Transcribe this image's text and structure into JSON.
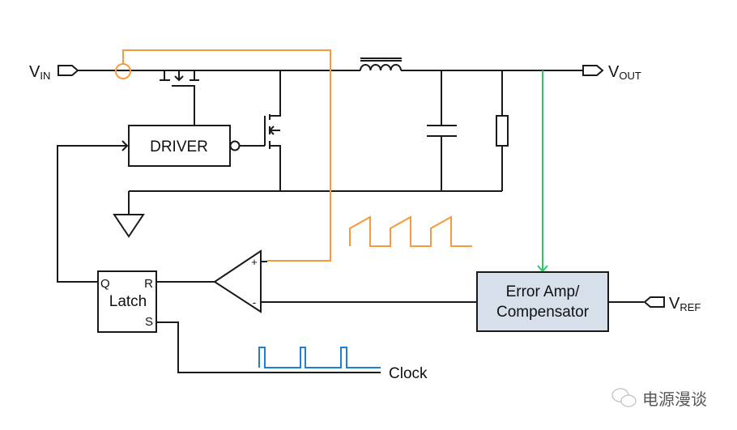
{
  "colors": {
    "current_sense": "#f79a3b",
    "clock": "#1f7fd0",
    "feedback": "#27cc66",
    "error_amp_fill": "#d6dfea",
    "wire": "#1a1a1a"
  },
  "labels": {
    "vin_main": "V",
    "vin_sub": "IN",
    "vout_main": "V",
    "vout_sub": "OUT",
    "vref_main": "V",
    "vref_sub": "REF",
    "driver": "DRIVER",
    "latch": "Latch",
    "latch_q": "Q",
    "latch_r": "R",
    "latch_s": "S",
    "comp_plus": "+",
    "comp_minus": "-",
    "error_amp_line1": "Error Amp/",
    "error_amp_line2": "Compensator",
    "clock": "Clock"
  },
  "watermark": {
    "text": "电源漫谈",
    "icon": "wechat-icon"
  }
}
